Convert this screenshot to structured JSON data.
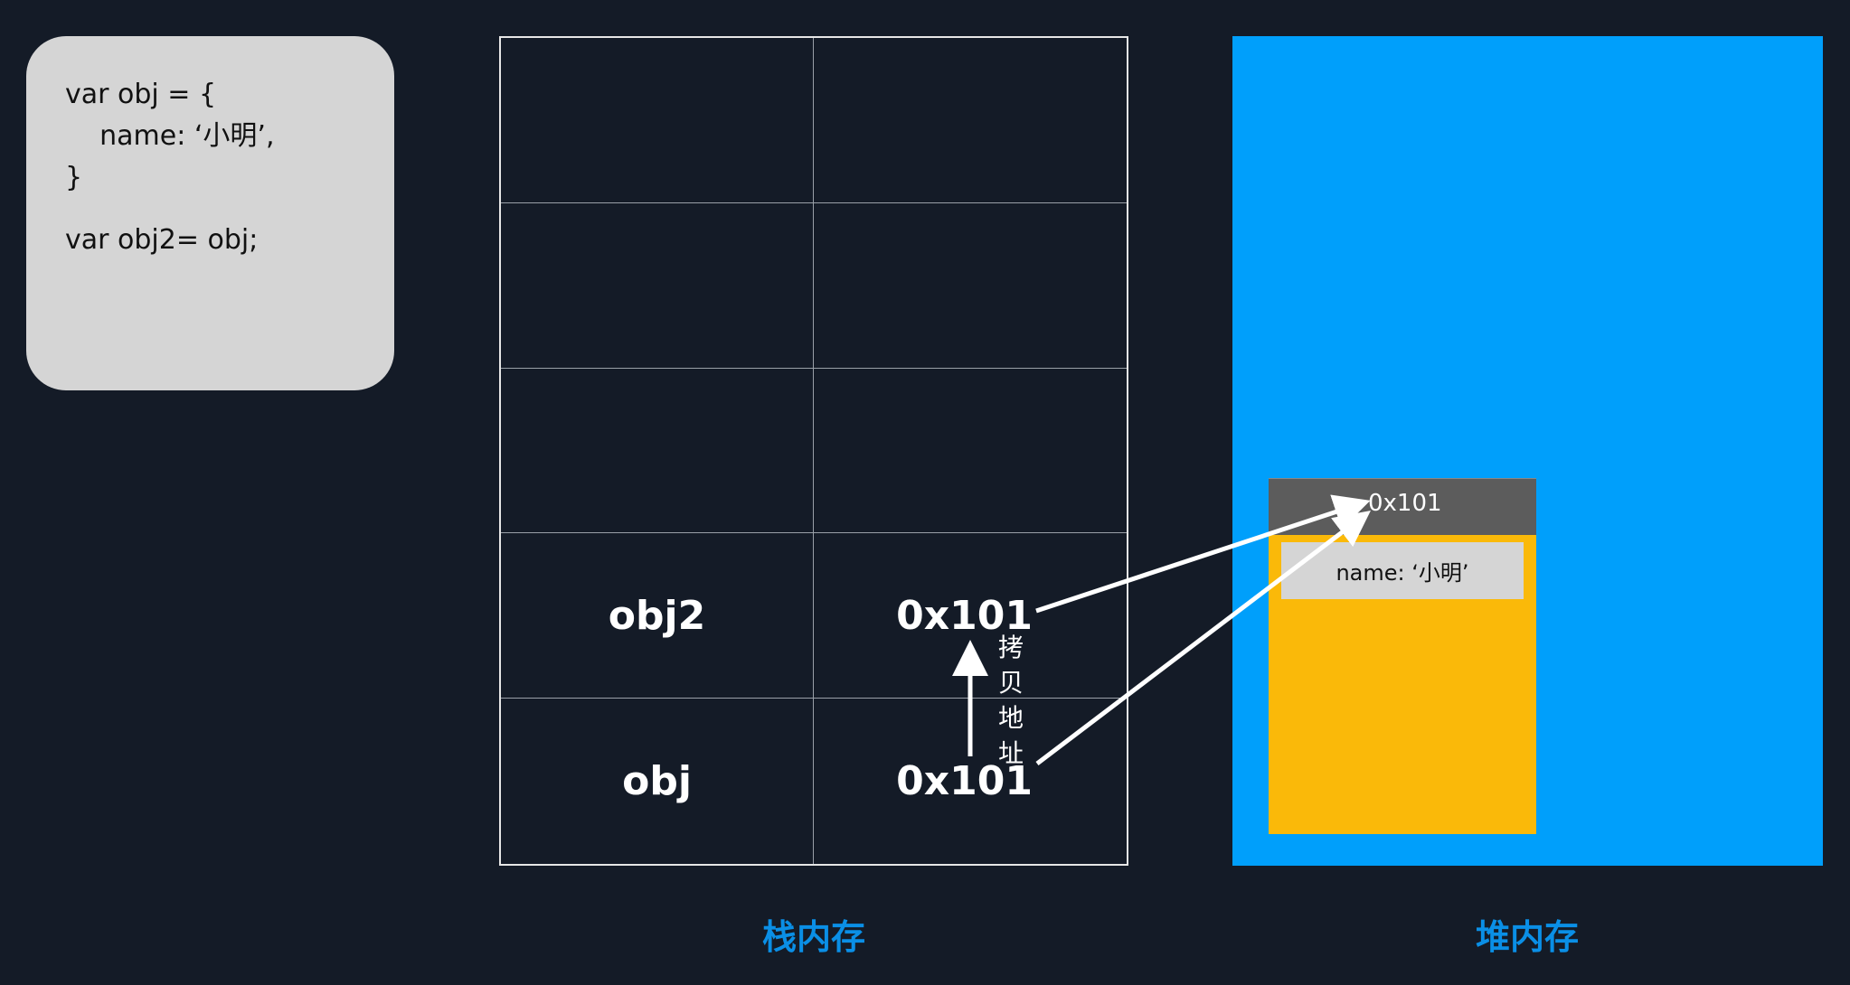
{
  "code": {
    "lines": [
      "var obj = {",
      "    name: ‘小明’,",
      "}",
      "var obj2= obj;"
    ]
  },
  "stack": {
    "rows": [
      {
        "name": "",
        "value": ""
      },
      {
        "name": "",
        "value": ""
      },
      {
        "name": "",
        "value": ""
      },
      {
        "name": "obj2",
        "value": "0x101"
      },
      {
        "name": "obj",
        "value": "0x101"
      }
    ],
    "caption": "栈内存"
  },
  "copy_label": [
    "拷",
    "贝",
    "地",
    "址"
  ],
  "heap": {
    "object_address": "0x101",
    "object_property": "name: ‘小明’",
    "caption": "堆内存"
  },
  "colors": {
    "background": "#141b27",
    "code_card": "#d5d5d5",
    "heap": "#009ffb",
    "heap_object": "#fab909",
    "heap_object_header": "#5c5c5c",
    "caption": "#0a8fe6",
    "arrow": "#ffffff"
  }
}
